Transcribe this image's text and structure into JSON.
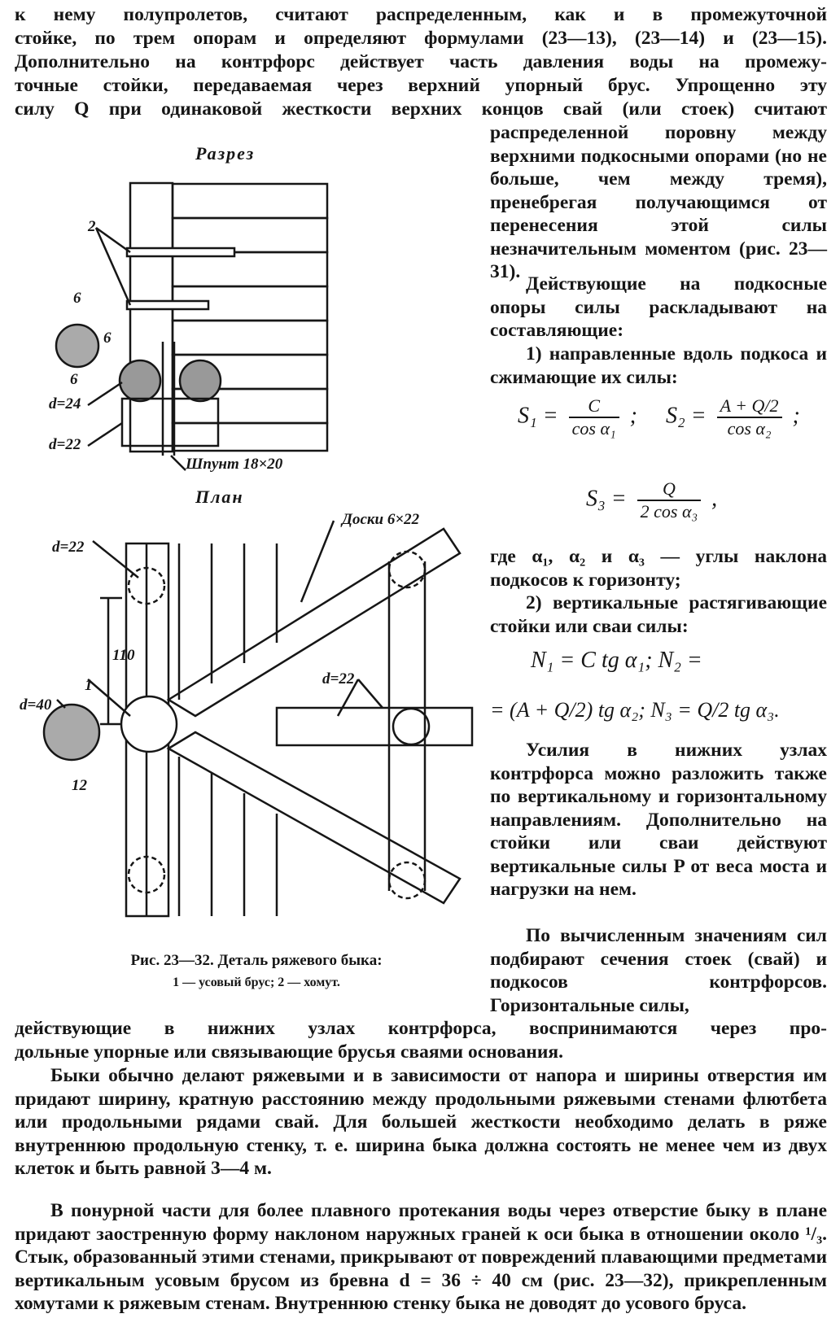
{
  "top_text": {
    "line1": "к нему полупролетов, считают распределенным, как и в промежуточной",
    "line2": "стойке, по трем опорам и определяют формулами (23—13), (23—14) и (23—15).",
    "line3": "Дополнительно на контрфорс действует часть давления воды на промежу-",
    "line4": "точные стойки, передаваемая через верхний упорный брус. Упрощенно эту",
    "line5": "силу Q при одинаковой жесткости верхних концов свай (или стоек) считают"
  },
  "right_col": {
    "para1": "распределенной поровну между верхними подкосными опорами (но не больше, чем между тремя), пренебрегая получающимся от перенесения этой силы незначительным моментом (рис. 23—31).",
    "para2": "Действующие на подкосные опоры силы раскладывают на составляющие:",
    "item1": "1) направленные вдоль подкоса и сжимающие их силы:",
    "where": "где α₁, α₂ и α₃ — углы наклона подкосов к горизонту;",
    "item2": "2) вертикальные растягивающие стойки или сваи силы:",
    "para3": "Усилия в нижних узлах контрфорса можно разложить также по вертикальному и горизонтальному направлениям. Дополнительно на стойки или сваи действуют вертикальные силы P от веса моста и нагрузки на нем.",
    "para4": "По вычисленным значениям сил подбирают сечения стоек (свай) и подкосов контрфорсов. Горизонтальные силы,"
  },
  "formulas": {
    "s1_lhs": "S₁ =",
    "s1_num": "C",
    "s1_den": "cos α₁",
    "s1_sep": ";",
    "s2_lhs": "S₂ =",
    "s2_num": "A + Q/2",
    "s2_den": "cos α₂",
    "s2_sep": ";",
    "s3_lhs": "S₃ =",
    "s3_num": "Q",
    "s3_den": "2 cos α₃",
    "s3_sep": ",",
    "n1": "N₁ = C tg α₁;   N₂ =",
    "n2": "= (A + Q/2) tg α₂;  N₃ = Q/2 tg α₃."
  },
  "figure": {
    "title_section": "Разрез",
    "title_plan": "План",
    "label_2": "2",
    "label_d24": "d=24",
    "label_d22_a": "d=22",
    "label_shpunt": "Шпунт 18×20",
    "label_6a": "6",
    "label_6b": "6",
    "label_6c": "6",
    "label_boards": "Доски 6×22",
    "label_d22_b": "d=22",
    "label_d22_c": "d=22",
    "label_110": "110",
    "label_1": "1",
    "label_d40": "d=40",
    "label_12": "12",
    "caption_main": "Рис. 23—32. Деталь ряжевого быка:",
    "caption_sub": "1 — усовый брус; 2 — хомут."
  },
  "bottom_text": {
    "line1": "действующие в нижних узлах контрфорса, воспринимаются через про-",
    "line2": "дольные упорные или связывающие брусья сваями основания.",
    "para2": "Быки обычно делают ряжевыми и в зависимости от напора и ширины отверстия им придают ширину, кратную расстоянию между продольными ряжевыми стенами флютбета или продольными рядами свай. Для большей жесткости необходимо делать в ряже внутреннюю продольную стенку, т. е. ширина быка должна состоять не менее чем из двух клеток и быть равной 3—4 м.",
    "para3": "В понурной части для более плавного протекания воды через отверстие быку в плане придают заостренную форму наклоном наружных граней к оси быка в отношении около ¹/₃. Стык, образованный этими стенами, прикрывают от повреждений плавающими предметами вертикальным усовым брусом из бревна d = 36 ÷ 40 см (рис. 23—32), прикрепленным хомутами к ряжевым стенам. Внутреннюю стенку быка не доводят до усового бруса."
  }
}
